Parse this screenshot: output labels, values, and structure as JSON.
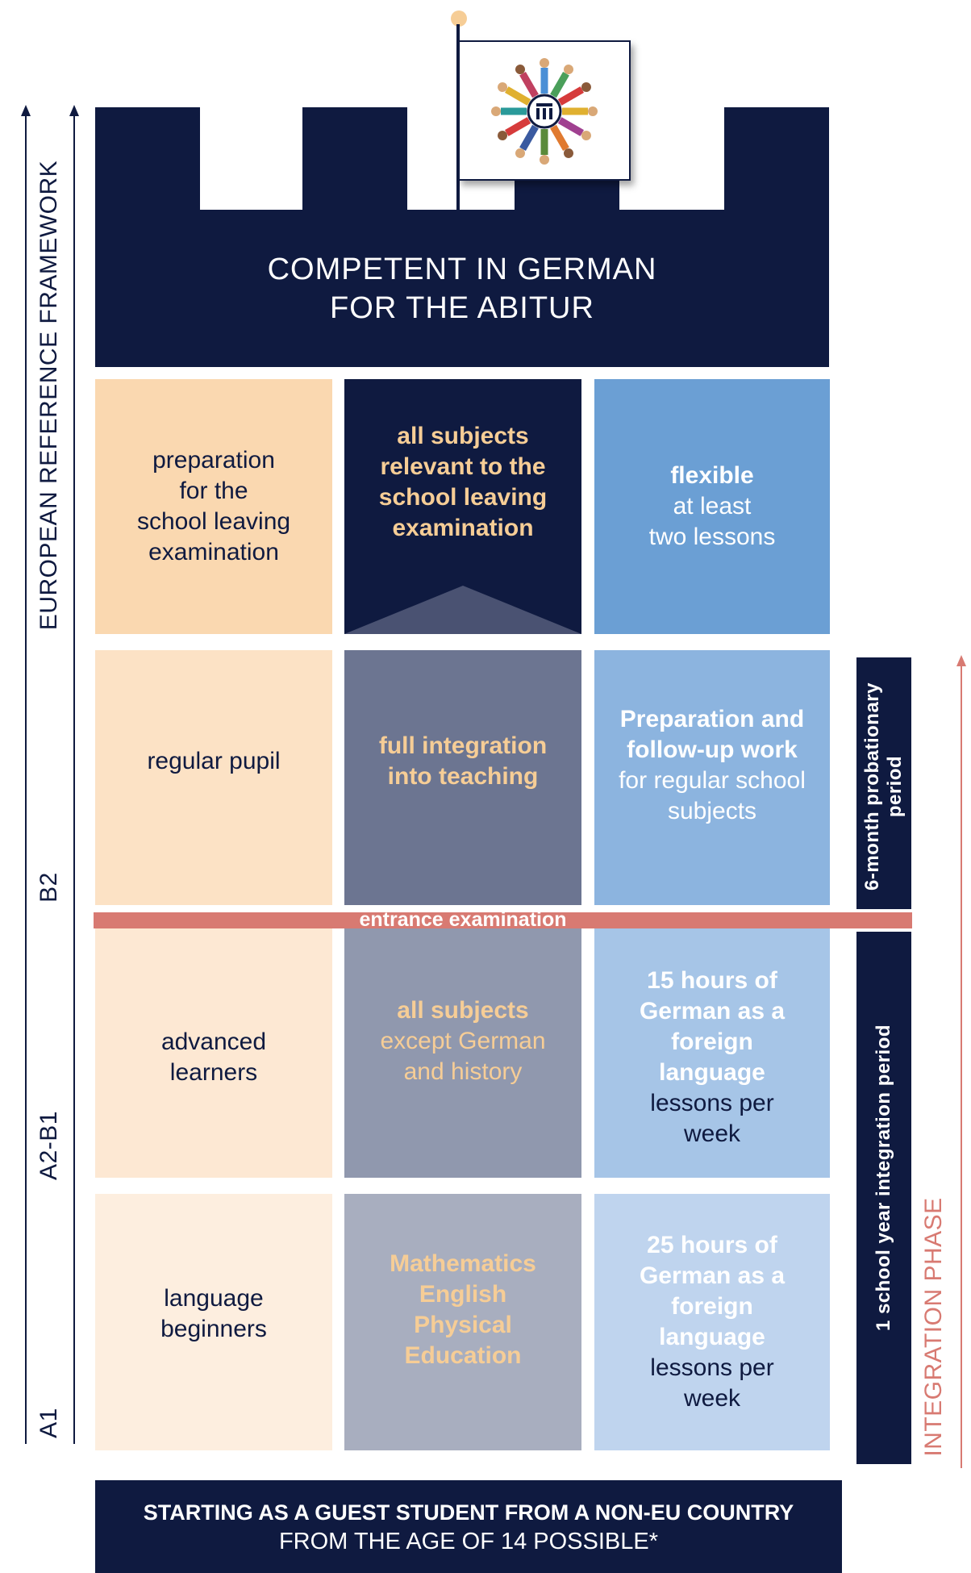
{
  "castle": {
    "title_line1": "COMPETENT IN GERMAN",
    "title_line2": "FOR THE ABITUR"
  },
  "flag": {
    "logo_icon": "circle-of-people-logo-icon"
  },
  "left_axis": {
    "framework_label": "EUROPEAN REFERENCE FRAMEWORK",
    "levels": {
      "b2": "B2",
      "a2b1": "A2-B1",
      "a1": "A1"
    }
  },
  "rows": {
    "row1": {
      "col1": {
        "l1": "preparation",
        "l2": "for the",
        "l3": "school leaving",
        "l4": "examination"
      },
      "col2": {
        "l1": "all subjects",
        "l2": "relevant to the",
        "l3": "school leaving",
        "l4": "examination"
      },
      "col3": {
        "l1": "flexible",
        "l2": "at least",
        "l3": "two lessons"
      }
    },
    "row2": {
      "col1": {
        "l1": "regular pupil"
      },
      "col2": {
        "l1": "full integration",
        "l2": "into teaching"
      },
      "col3": {
        "l1": "Preparation and",
        "l2": "follow-up work",
        "l3": "for regular school",
        "l4": "subjects"
      }
    },
    "row3": {
      "col1": {
        "l1": "advanced",
        "l2": "learners"
      },
      "col2": {
        "l1": "all subjects",
        "l2": "except German",
        "l3": "and history"
      },
      "col3": {
        "l1": "15 hours of",
        "l2": "German as a",
        "l3": "foreign",
        "l4": "language",
        "l5": "lessons per",
        "l6": "week"
      }
    },
    "row4": {
      "col1": {
        "l1": "language",
        "l2": "beginners"
      },
      "col2": {
        "l1": "Mathematics",
        "l2": "English",
        "l3": "Physical",
        "l4": "Education"
      },
      "col3": {
        "l1": "25 hours of",
        "l2": "German as a",
        "l3": "foreign",
        "l4": "language",
        "l5": "lessons per",
        "l6": "week"
      }
    }
  },
  "entrance_exam": "entrance examination",
  "right_side": {
    "probation_line1": "6-month probationary",
    "probation_line2": "period",
    "integration_period": "1 school year integration period",
    "integration_phase": "INTEGRATION PHASE"
  },
  "footer": {
    "line1": "STARTING AS A GUEST STUDENT FROM A NON-EU COUNTRY",
    "line2": "FROM THE AGE OF 14 POSSIBLE*"
  },
  "colors": {
    "navy": "#0f1a40",
    "peach_1": "#fad8b0",
    "peach_2": "#fce2c5",
    "peach_3": "#fde8d3",
    "peach_4": "#fdeedf",
    "slate_2": "#6c7591",
    "slate_3": "#9098ae",
    "slate_4": "#a8aebf",
    "blue_1": "#6b9fd4",
    "blue_2": "#8cb4df",
    "blue_3": "#a6c5e7",
    "blue_4": "#bfd4ee",
    "gold_text": "#f6cd96",
    "exam_bar": "#d87a72"
  }
}
